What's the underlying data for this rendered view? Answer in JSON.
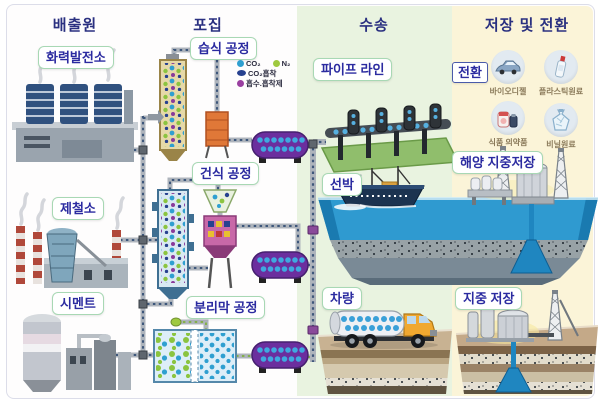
{
  "headers": {
    "emission": "배출원",
    "capture": "포집",
    "transport": "수송",
    "storage": "저장 및 전환"
  },
  "emission_sources": {
    "power_plant": "화력발전소",
    "steel_mill": "제철소",
    "cement": "시멘트"
  },
  "capture_processes": {
    "wet": "습식 공정",
    "dry": "건식 공정",
    "membrane": "분리막 공정"
  },
  "legend": {
    "co2": "CO₂",
    "n2": "N₂",
    "co2_adsorption": "CO₂흡착",
    "absorbent": "흡수.흡착제"
  },
  "transport_modes": {
    "pipeline": "파이프 라인",
    "ship": "선박",
    "vehicle": "차량"
  },
  "storage_conversion": {
    "conversion": "전환",
    "products": [
      {
        "name": "바이오디젤",
        "icon": "car-icon"
      },
      {
        "name": "플라스틱원료",
        "icon": "bottle-icon"
      },
      {
        "name": "식품 의약품",
        "icon": "medicine-icon"
      },
      {
        "name": "비닐원료",
        "icon": "vinyl-bag-icon"
      }
    ],
    "ocean_storage": "해양 지중저장",
    "underground_storage": "지중 저장"
  },
  "colors": {
    "label_text": "#2b2ba0",
    "label_border_green": "#a8d8b4",
    "conversion_border_blue": "#4a5aaa",
    "transport_bg": "#e9f3e0",
    "storage_bg": "#fbf4d8",
    "co2_dot": "#2f9fd0",
    "n2_dot": "#9fc93f",
    "adsorption_dot": "#27418f",
    "absorbent_dot": "#9a3fa0",
    "funnel_blue": "#1f86c0"
  }
}
